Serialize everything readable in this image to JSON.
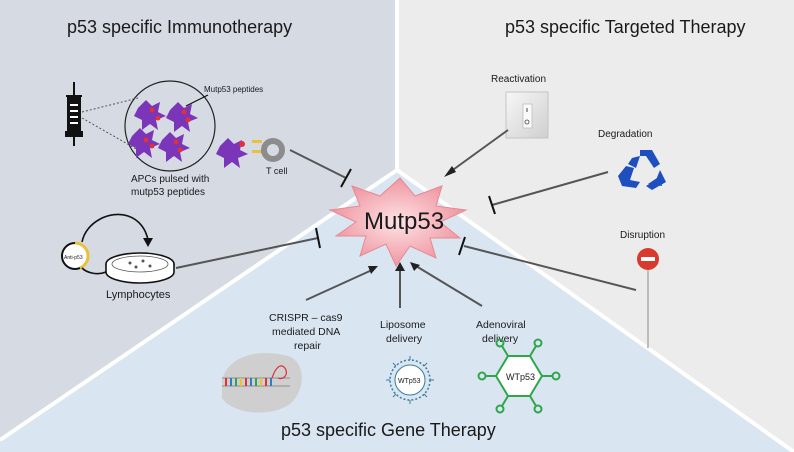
{
  "panels": {
    "immunotherapy": {
      "title": "p53 specific Immunotherapy",
      "apc_label_1": "APCs pulsed with",
      "apc_label_2": "mutp53 peptides",
      "peptides_label": "Mutp53 peptides",
      "tcell_label": "T cell",
      "antibody_label": "Anti-p53",
      "lymphocytes_label": "Lymphocytes"
    },
    "targeted": {
      "title": "p53 specific Targeted Therapy",
      "reactivation_label": "Reactivation",
      "degradation_label": "Degradation",
      "disruption_label": "Disruption"
    },
    "gene": {
      "title": "p53 specific Gene Therapy",
      "crispr_label_1": "CRISPR – cas9",
      "crispr_label_2": "mediated DNA",
      "crispr_label_3": "repair",
      "liposome_label_1": "Liposome",
      "liposome_label_2": "delivery",
      "liposome_core": "WTp53",
      "adenoviral_label_1": "Adenoviral",
      "adenoviral_label_2": "delivery",
      "adenoviral_core": "WTp53"
    }
  },
  "center": {
    "label": "Mutp53"
  },
  "colors": {
    "immuno_bg": "#d5dae3",
    "targeted_bg": "#ececec",
    "gene_bg": "#d9e5f1",
    "starburst": "#f0a0a8",
    "apc_purple": "#7a35b8",
    "recycle_blue": "#1f4fbf",
    "stop_red": "#d83a2e",
    "virus_green": "#2fa64a",
    "liposome_teal": "#3a7d9a"
  }
}
